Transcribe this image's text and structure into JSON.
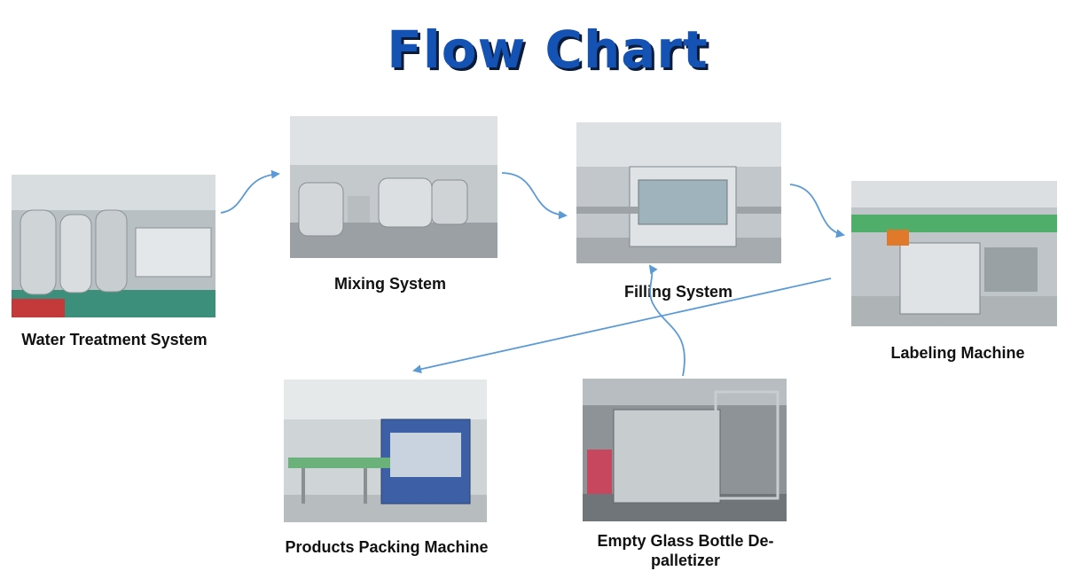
{
  "title": "Flow Chart",
  "accent_color": "#1452b4",
  "arrow_color": "#5b9bd5",
  "nodes": [
    {
      "id": "water",
      "caption": "Water Treatment System",
      "image": "water-treatment-photo"
    },
    {
      "id": "mixing",
      "caption": "Mixing System",
      "image": "mixing-tanks-photo"
    },
    {
      "id": "filling",
      "caption": "Filling System",
      "image": "filling-machine-photo"
    },
    {
      "id": "labeling",
      "caption": "Labeling Machine",
      "image": "labeling-machine-photo"
    },
    {
      "id": "packing",
      "caption": "Products Packing Machine",
      "image": "packing-machine-photo"
    },
    {
      "id": "depalletizer",
      "caption": "Empty Glass Bottle De-palletizer",
      "image": "depalletizer-photo"
    }
  ],
  "edges": [
    {
      "from": "water",
      "to": "mixing"
    },
    {
      "from": "mixing",
      "to": "filling"
    },
    {
      "from": "filling",
      "to": "labeling"
    },
    {
      "from": "labeling",
      "to": "packing"
    },
    {
      "from": "depalletizer",
      "to": "filling"
    }
  ]
}
